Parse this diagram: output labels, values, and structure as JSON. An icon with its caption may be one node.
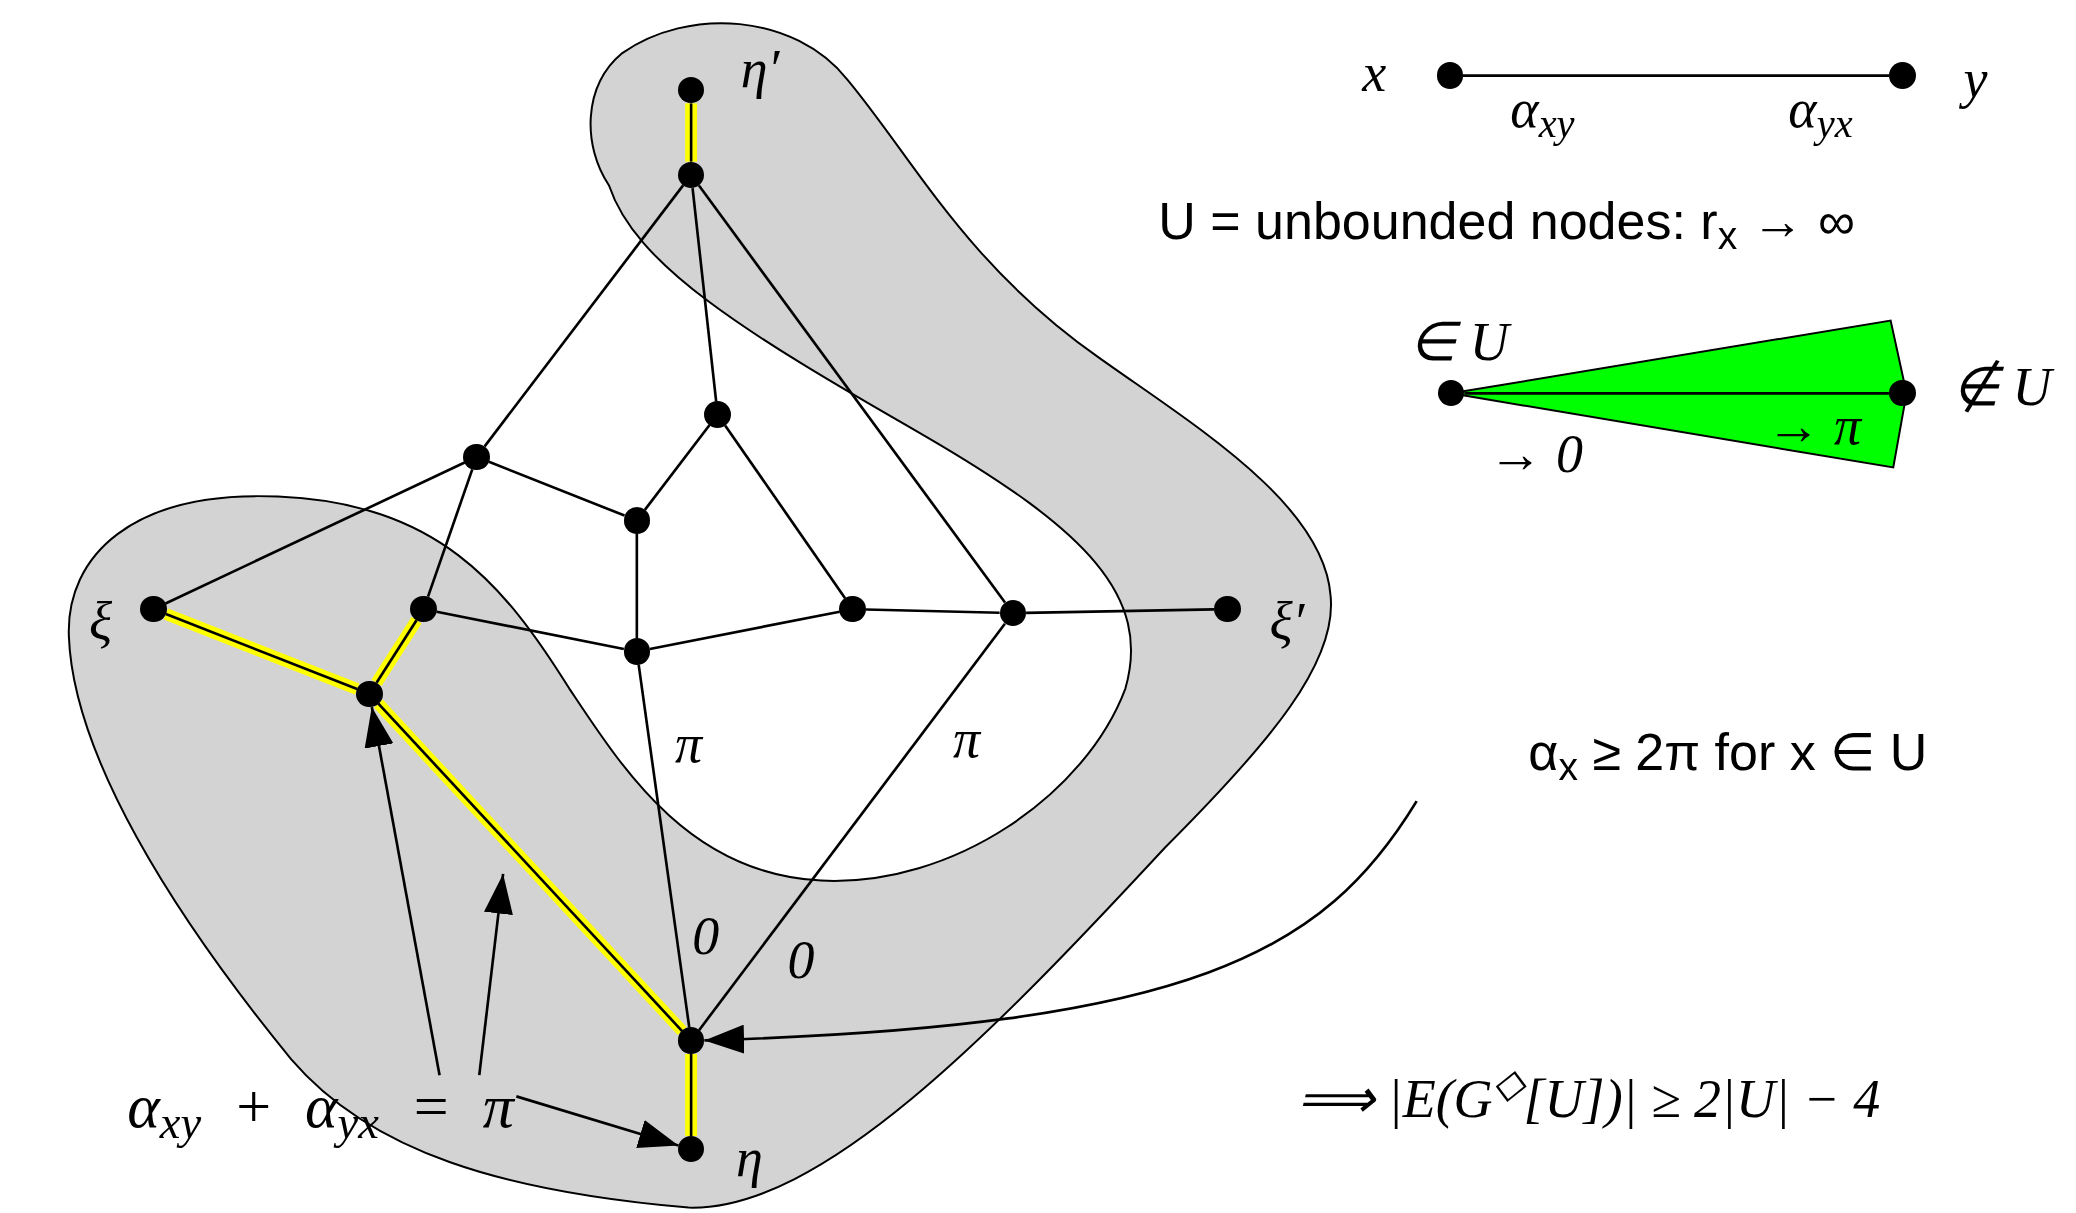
{
  "diagram": {
    "nodes": [
      {
        "text": [],
        "shape": "circle",
        "beside": [
          "x"
        ]
      },
      {
        "text": [],
        "shape": "circle",
        "beside": [
          "y"
        ]
      },
      {
        "text": [],
        "shape": "circle",
        "beside": [
          "η′"
        ]
      },
      {
        "text": [],
        "shape": "circle"
      },
      {
        "text": [],
        "shape": "circle",
        "beside": [
          "∈ U"
        ]
      },
      {
        "text": [],
        "shape": "circle",
        "beside": [
          "∉ U"
        ]
      },
      {
        "text": [],
        "shape": "circle"
      },
      {
        "text": [],
        "shape": "circle"
      },
      {
        "text": [],
        "shape": "circle"
      },
      {
        "text": [],
        "shape": "circle",
        "beside": [
          "ξ"
        ]
      },
      {
        "text": [],
        "shape": "circle"
      },
      {
        "text": [],
        "shape": "circle"
      },
      {
        "text": [],
        "shape": "circle"
      },
      {
        "text": [],
        "shape": "circle",
        "beside": [
          "ξ′"
        ]
      },
      {
        "text": [],
        "shape": "circle"
      },
      {
        "text": [],
        "shape": "circle"
      },
      {
        "text": [
          "α$_{x}$ ≥ 2π for x ∈ U"
        ]
      },
      {
        "text": [],
        "shape": "circle"
      },
      {
        "text": [
          "α$_{xy}$ + α$_{yx}$ = π"
        ]
      },
      {
        "text": [],
        "shape": "circle",
        "beside": [
          "η"
        ]
      }
    ],
    "edges": [
      {
        "from": 0,
        "to": 1,
        "arrow": "none"
      },
      {
        "from": 4,
        "to": 5,
        "arrow": "none"
      },
      {
        "from": 2,
        "to": 3,
        "arrow": "none",
        "style": "thick",
        "color": "#ffff00"
      },
      {
        "from": 3,
        "to": 7,
        "arrow": "none"
      },
      {
        "from": 3,
        "to": 6,
        "arrow": "none"
      },
      {
        "from": 3,
        "to": 12,
        "arrow": "none"
      },
      {
        "from": 7,
        "to": 8,
        "arrow": "none"
      },
      {
        "from": 7,
        "to": 9,
        "arrow": "none"
      },
      {
        "from": 7,
        "to": 10,
        "arrow": "none"
      },
      {
        "from": 6,
        "to": 8,
        "arrow": "none"
      },
      {
        "from": 6,
        "to": 11,
        "arrow": "none"
      },
      {
        "from": 8,
        "to": 14,
        "arrow": "none"
      },
      {
        "from": 10,
        "to": 14,
        "arrow": "none"
      },
      {
        "from": 10,
        "to": 15,
        "arrow": "none",
        "style": "thick",
        "color": "#ffff00"
      },
      {
        "from": 9,
        "to": 15,
        "arrow": "none",
        "style": "thick",
        "color": "#ffff00"
      },
      {
        "from": 14,
        "to": 11,
        "arrow": "none"
      },
      {
        "from": 11,
        "to": 12,
        "arrow": "none"
      },
      {
        "from": 12,
        "to": 13,
        "arrow": "none"
      },
      {
        "from": 14,
        "to": 17,
        "arrow": "none"
      },
      {
        "from": 12,
        "to": 17,
        "arrow": "none"
      },
      {
        "from": 15,
        "to": 17,
        "arrow": "none",
        "style": "thick",
        "color": "#ffff00"
      },
      {
        "from": 17,
        "to": 19,
        "arrow": "none",
        "style": "thick",
        "color": "#ffff00"
      },
      {
        "from": 16,
        "to": 17,
        "arrow": "to"
      },
      {
        "from": 18,
        "to": 15,
        "arrow": "to"
      },
      {
        "from": 18,
        "to": null,
        "arrow": "to"
      },
      {
        "from": 18,
        "to": 19,
        "arrow": "to"
      }
    ],
    "labels": [
      "α$_{xy}$",
      "α$_{yx}$",
      "U = unbounded nodes: r$_{x}$ → ∞",
      "→ π",
      "→ 0",
      "π",
      "π",
      "0",
      "0",
      "⟹ |E(G$^{◇}$[U])| ≥ 2|U| − 4"
    ]
  }
}
